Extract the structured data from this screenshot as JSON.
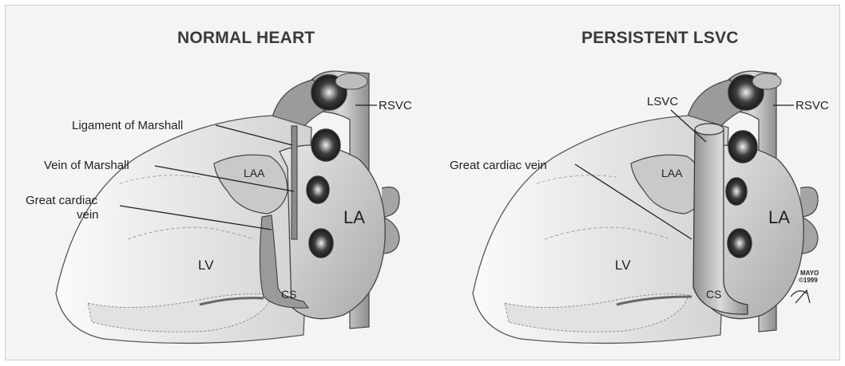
{
  "left_panel": {
    "title": "NORMAL HEART",
    "labels": {
      "rsvc": "RSVC",
      "ligament": "Ligament of Marshall",
      "vein_marshall": "Vein of Marshall",
      "gcv_line1": "Great cardiac",
      "gcv_line2": "vein",
      "laa": "LAA",
      "la": "LA",
      "lv": "LV",
      "cs": "CS"
    }
  },
  "right_panel": {
    "title": "PERSISTENT LSVC",
    "labels": {
      "lsvc": "LSVC",
      "rsvc": "RSVC",
      "gcv": "Great cardiac vein",
      "laa": "LAA",
      "la": "LA",
      "lv": "LV",
      "cs": "CS"
    }
  },
  "credit": {
    "org": "MAYO",
    "year": "©1999"
  }
}
